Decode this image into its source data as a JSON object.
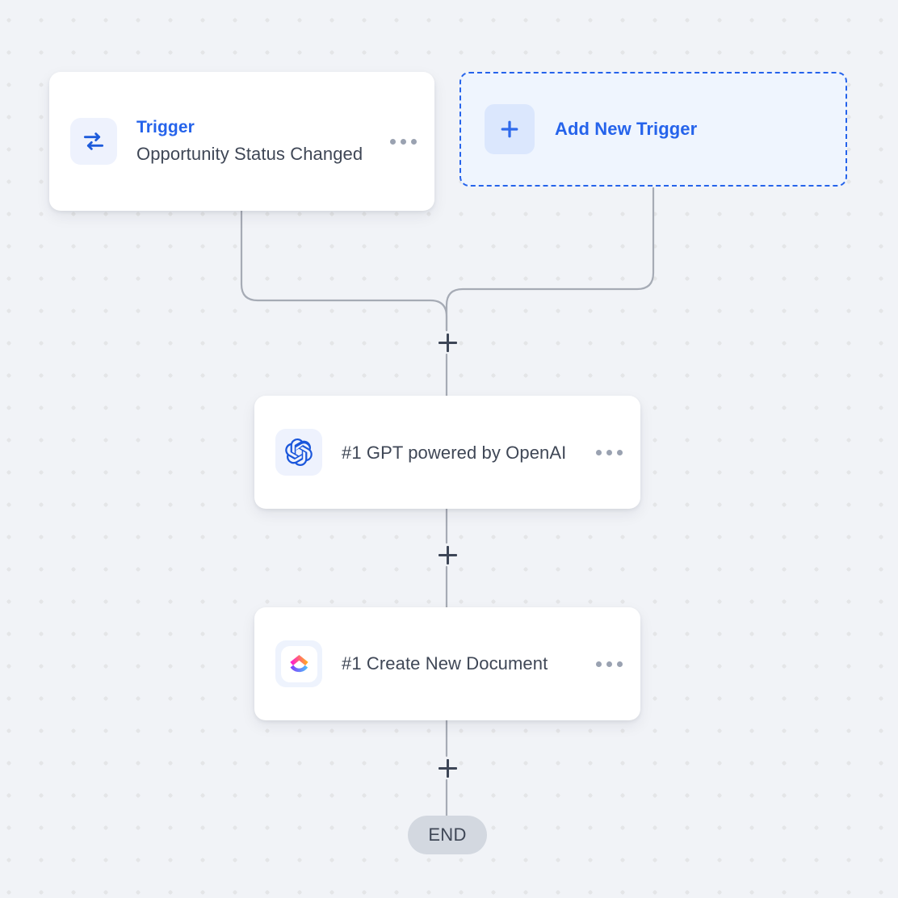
{
  "canvas": {
    "background_color": "#f1f3f7",
    "dot_color": "#e4e5e7",
    "connector_color": "#a6abb5"
  },
  "nodes": {
    "trigger": {
      "icon": "swap-arrows-icon",
      "eyebrow": "Trigger",
      "title": "Opportunity Status Changed",
      "menu": "more-options",
      "accent_color": "#2563eb"
    },
    "add_trigger": {
      "icon": "plus-icon",
      "label": "Add New Trigger",
      "accent_color": "#2563eb",
      "background_color": "#eff5fe"
    },
    "gpt": {
      "icon": "openai-icon",
      "title": "#1 GPT powered by OpenAI",
      "menu": "more-options",
      "icon_color": "#1a56db"
    },
    "document": {
      "icon": "clickup-icon",
      "title": "#1 Create New Document",
      "menu": "more-options"
    }
  },
  "connectors": {
    "merge_plus": "add-step",
    "gpt_plus": "add-step",
    "doc_plus": "add-step"
  },
  "end": {
    "label": "END",
    "background_color": "#d3d8e0",
    "text_color": "#3f4756"
  }
}
